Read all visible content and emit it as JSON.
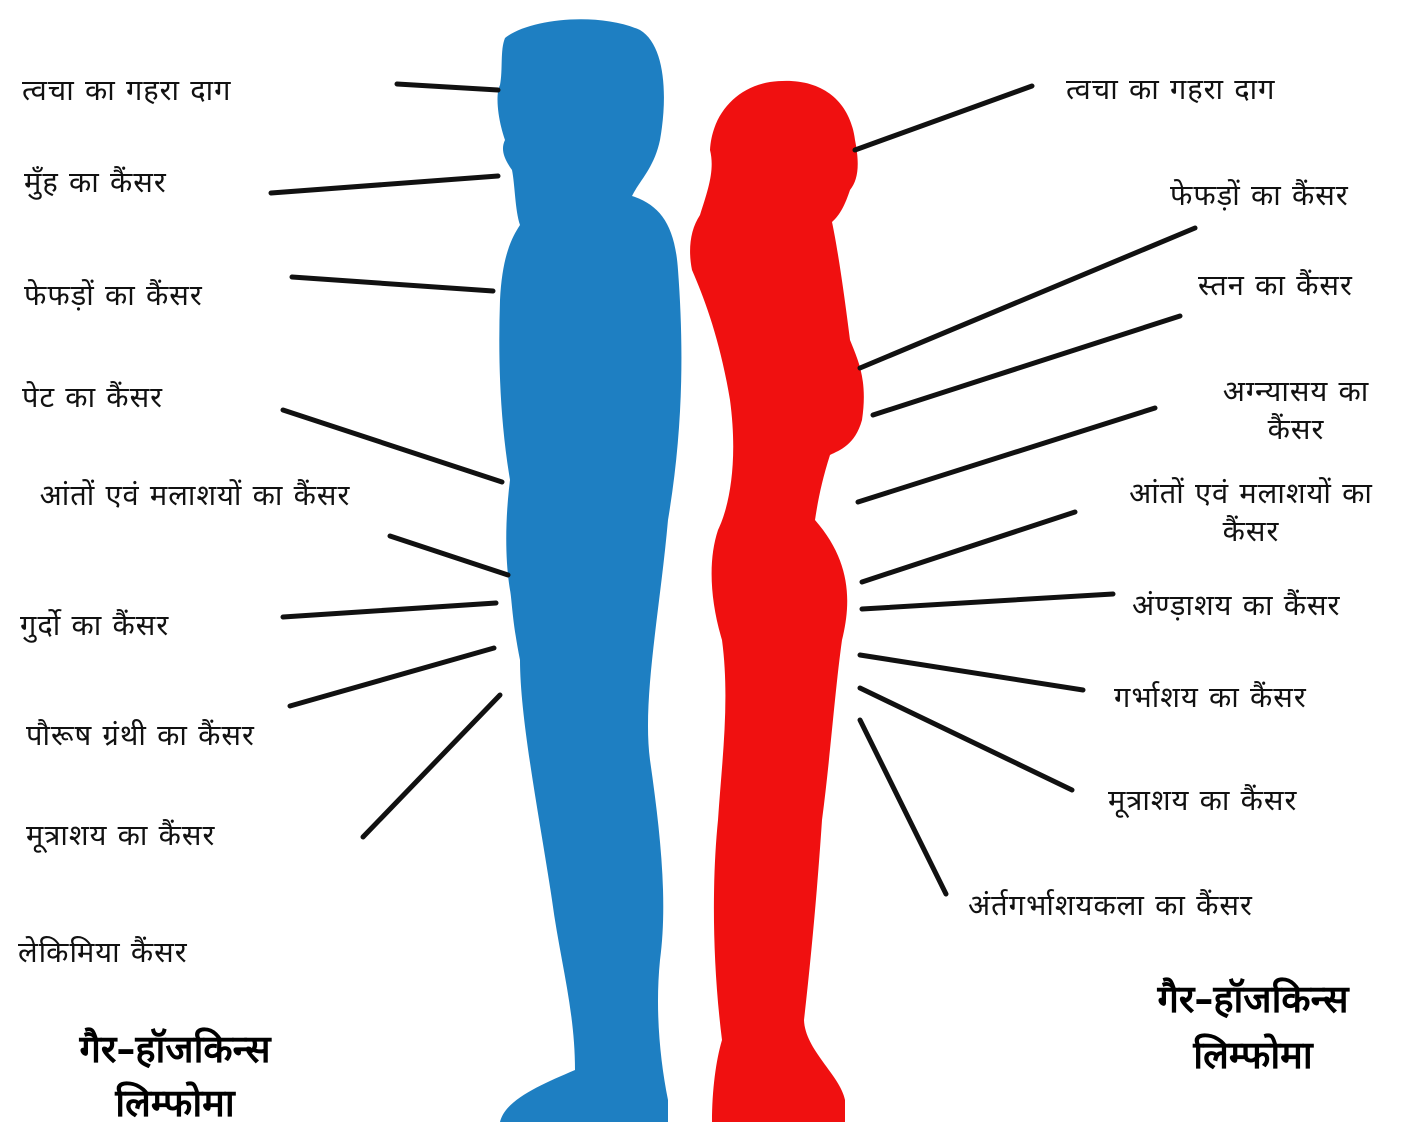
{
  "colors": {
    "male_figure": "#1e7fc2",
    "female_figure": "#f01010",
    "pointer_line": "#111111",
    "background": "#ffffff"
  },
  "left": {
    "figure": "male-figure-silhouette",
    "labels": [
      "त्वचा का गहरा दाग",
      "मुँह का कैंसर",
      "फेफड़ों का कैंसर",
      "पेट का कैंसर",
      "आंतों एवं मलाशयों  का कैंसर",
      "गुर्दो का कैंसर",
      "पौरूष ग्रंथी  का कैंसर",
      "मूत्राशय का कैंसर",
      "लेकिमिया कैंसर"
    ],
    "title_line1": "गैर–हॉजकिन्स",
    "title_line2": "लिम्फोमा"
  },
  "right": {
    "figure": "female-figure-silhouette",
    "labels": [
      "त्वचा का गहरा दाग",
      "फेफड़ों का कैंसर",
      "स्तन का कैंसर",
      "अग्न्यासय का कैंसर",
      "आंतों एवं मलाशयों का कैंसर",
      "अंण्ड़ाशय  का कैंसर",
      "गर्भाशय  का कैंसर",
      "मूत्राशय का कैंसर",
      "अंर्तगर्भाशयकला  का कैंसर"
    ],
    "title_line1": "गैर–हॉजकिन्स",
    "title_line2": "लिम्फोमा"
  }
}
